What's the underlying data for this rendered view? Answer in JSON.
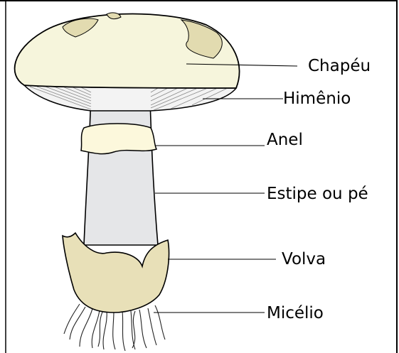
{
  "labels": {
    "cap": "Chapéu",
    "gills": "Himênio",
    "ring": "Anel",
    "stem": "Estipe ou pé",
    "volva": "Volva",
    "mycelium": "Micélio"
  },
  "colors": {
    "cap": "#f6f5dc",
    "cap_patch": "#e2dbb0",
    "gills": "#f3f3f3",
    "stem": "#e5e6e8",
    "ring": "#fcf8dc",
    "volva": "#e8e0b8",
    "outline": "#000000"
  }
}
